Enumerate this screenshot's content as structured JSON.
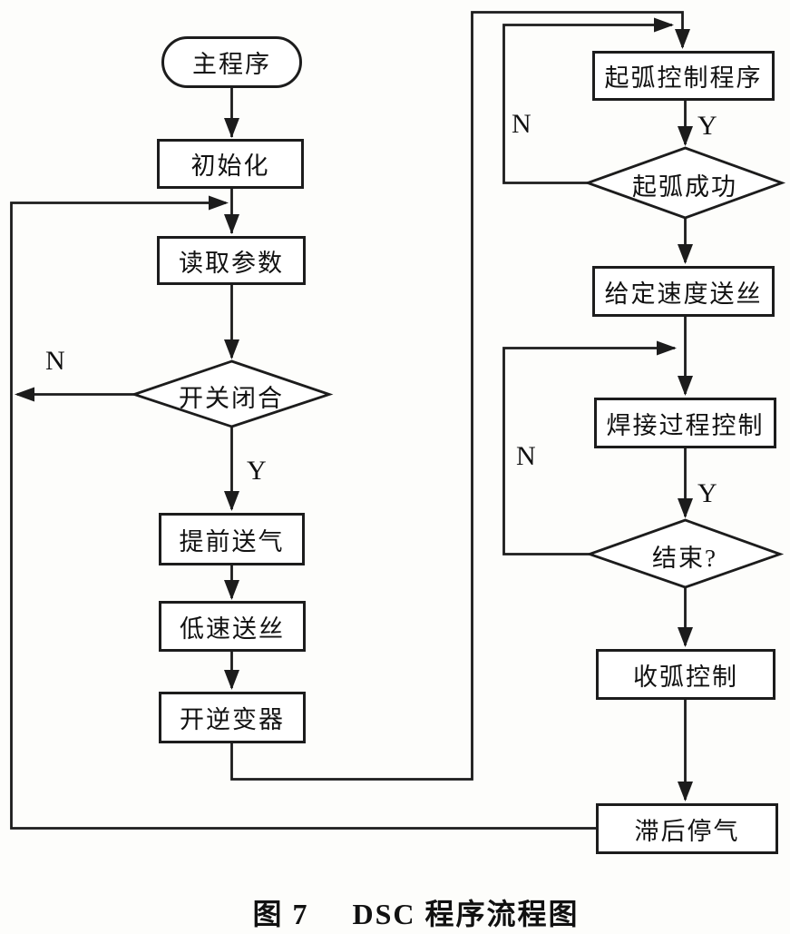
{
  "figure_caption": {
    "number": "图 7",
    "title": "DSC 程序流程图"
  },
  "nodes": {
    "main_program": {
      "label": "主程序",
      "shape": "terminator"
    },
    "initialize": {
      "label": "初始化",
      "shape": "process"
    },
    "read_parameters": {
      "label": "读取参数",
      "shape": "process"
    },
    "switch_closed": {
      "label": "开关闭合",
      "shape": "decision"
    },
    "advance_gas_feed": {
      "label": "提前送气",
      "shape": "process"
    },
    "low_speed_wire_feed": {
      "label": "低速送丝",
      "shape": "process"
    },
    "turn_on_inverter": {
      "label": "开逆变器",
      "shape": "process"
    },
    "arc_start_control_program": {
      "label": "起弧控制程序",
      "shape": "process"
    },
    "arc_start_success": {
      "label": "起弧成功",
      "shape": "decision"
    },
    "set_speed_wire_feed": {
      "label": "给定速度送丝",
      "shape": "process"
    },
    "welding_process_control": {
      "label": "焊接过程控制",
      "shape": "process"
    },
    "finished": {
      "label": "结束?",
      "shape": "decision"
    },
    "arc_stop_control": {
      "label": "收弧控制",
      "shape": "process"
    },
    "delayed_gas_stop": {
      "label": "滞后停气",
      "shape": "process"
    }
  },
  "edge_labels": {
    "switch_no": "N",
    "switch_yes": "Y",
    "arc_no": "N",
    "arc_yes": "Y",
    "finish_no": "N",
    "finish_yes": "Y"
  },
  "colors": {
    "line": "#1c1c1c",
    "background": "#fdfdfb",
    "node_fill": "#ffffff"
  }
}
